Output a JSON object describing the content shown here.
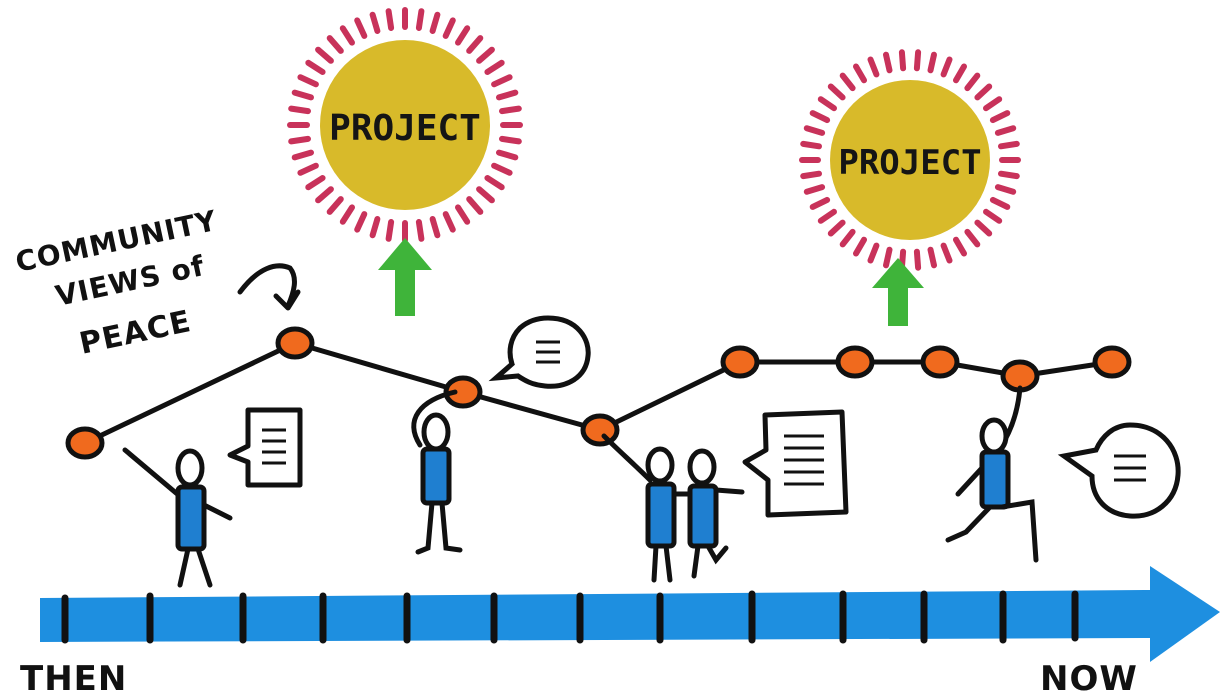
{
  "annotation": {
    "lines": [
      "COMMUNITY",
      "VIEWS of",
      "PEACE"
    ]
  },
  "projects": [
    {
      "label": "PROJECT"
    },
    {
      "label": "PROJECT"
    }
  ],
  "axis": {
    "start_label": "THEN",
    "end_label": "NOW"
  },
  "colors": {
    "timeline_arrow": "#1e8fe0",
    "project_fill": "#d8ba2a",
    "project_rays": "#c8325a",
    "node_fill": "#f06a1e",
    "up_arrow": "#3fb43a",
    "figure_body": "#1f7fd0",
    "ink": "#111111"
  },
  "icons": {
    "speech_bubble_lined": "speech-bubble-icon",
    "round_bubble_lined": "round-speech-bubble-icon",
    "person": "person-icon"
  }
}
